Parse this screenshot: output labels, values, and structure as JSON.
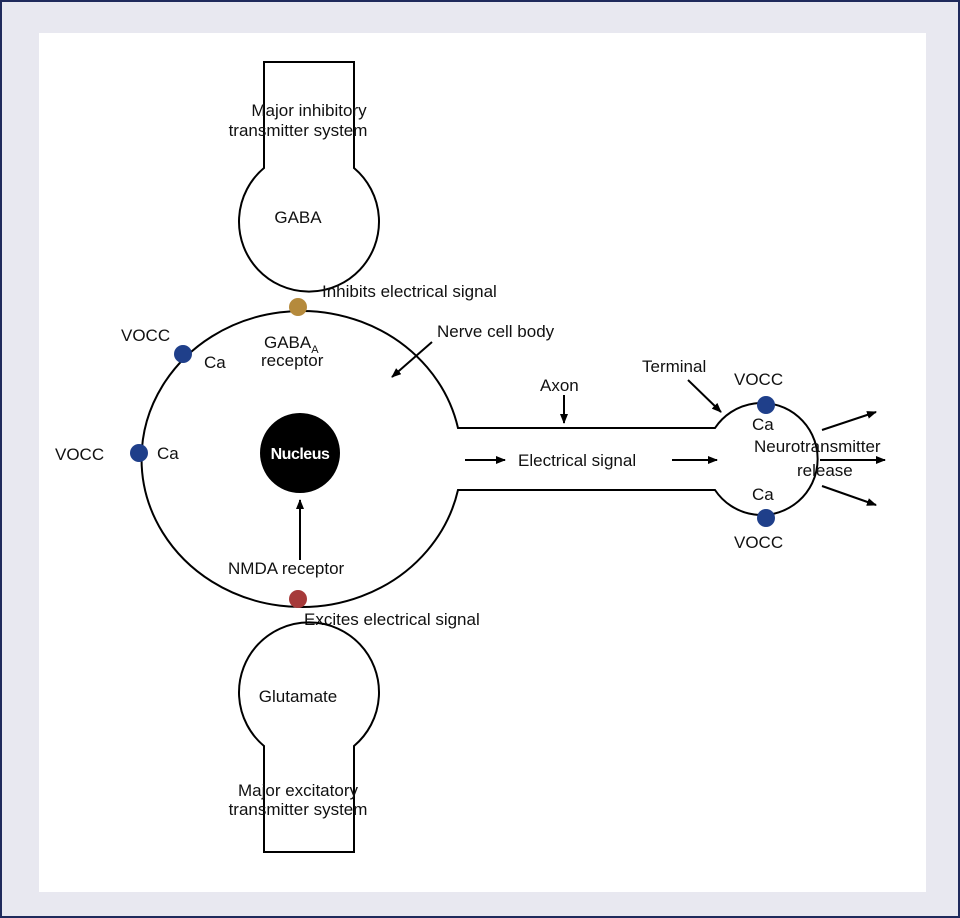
{
  "labels": {
    "gaba_top_line1": "Major inhibitory",
    "gaba_top_line2": "transmitter system",
    "gaba": "GABA",
    "inhibits": "Inhibits electrical signal",
    "gaba_a_main": "GABA",
    "gaba_a_sub": "A",
    "receptor": "receptor",
    "nerve_cell_body": "Nerve cell body",
    "vocc_upper": "VOCC",
    "ca_upper": "Ca",
    "vocc_left": "VOCC",
    "ca_left": "Ca",
    "nucleus": "Nucleus",
    "axon": "Axon",
    "terminal": "Terminal",
    "vocc_terminal_top": "VOCC",
    "ca_terminal_top": "Ca",
    "neurotransmitter": "Neurotransmitter",
    "release": "release",
    "electrical_signal": "Electrical signal",
    "ca_terminal_bottom": "Ca",
    "vocc_terminal_bottom": "VOCC",
    "nmda_receptor": "NMDA receptor",
    "excites": "Excites electrical signal",
    "glutamate": "Glutamate",
    "glu_bottom_line1": "Major excitatory",
    "glu_bottom_line2": "transmitter system"
  },
  "colors": {
    "vocc_channel": "#1f3f8a",
    "gaba_a_receptor": "#b58a3c",
    "nmda_receptor": "#a63a3a",
    "nucleus": "#000000"
  }
}
